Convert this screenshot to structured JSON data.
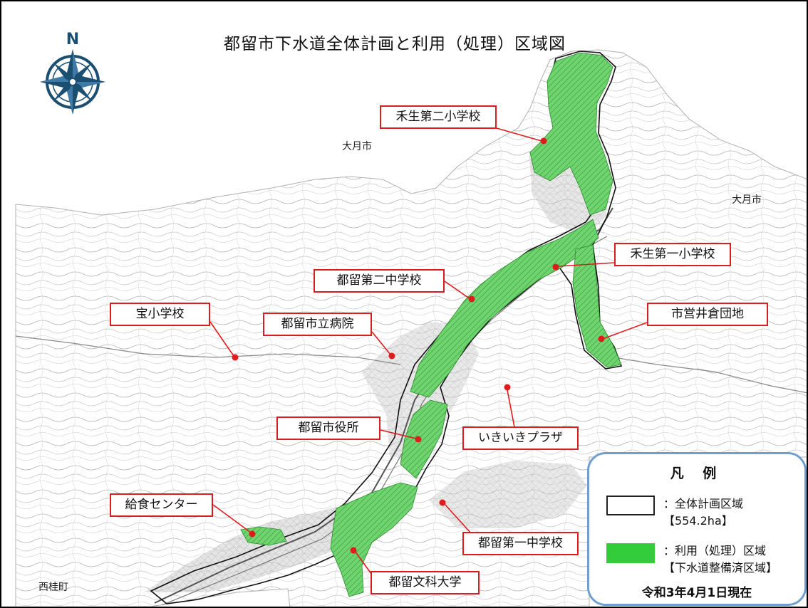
{
  "title": "都留市下水道全体計画と利用（処理）区域図",
  "compass": {
    "icon": "compass-rose-icon",
    "label": "N",
    "color": "#1b4f72"
  },
  "places": {
    "otsuki_north": "大月市",
    "otsuki_east": "大月市",
    "nishikatsura": "西桂町"
  },
  "callouts": {
    "habu_no2": "禾生第二小学校",
    "habu_no1": "禾生第一小学校",
    "tsuru_no2_jhs": "都留第二中学校",
    "ichiei_ikura": "市営井倉団地",
    "takara": "宝小学校",
    "hospital": "都留市立病院",
    "city_hall": "都留市役所",
    "ikiiki": "いきいきプラザ",
    "kyushoku": "給食センター",
    "tsuru_no1_jhs": "都留第一中学校",
    "bunka_univ": "都留文科大学"
  },
  "legend": {
    "title": "凡 例",
    "planning_label": "：全体計画区域",
    "planning_area": "【554.2ha】",
    "service_label": "：利用（処理）区域",
    "service_note": "【下水道整備済区域】",
    "date": "令和3年4月1日現在"
  },
  "colors": {
    "service_area": "#33cc3a",
    "callout_border": "#d81e1e",
    "marker": "#e01b1b",
    "legend_border": "#6f9fd0",
    "topo": "#b7b7b7"
  }
}
